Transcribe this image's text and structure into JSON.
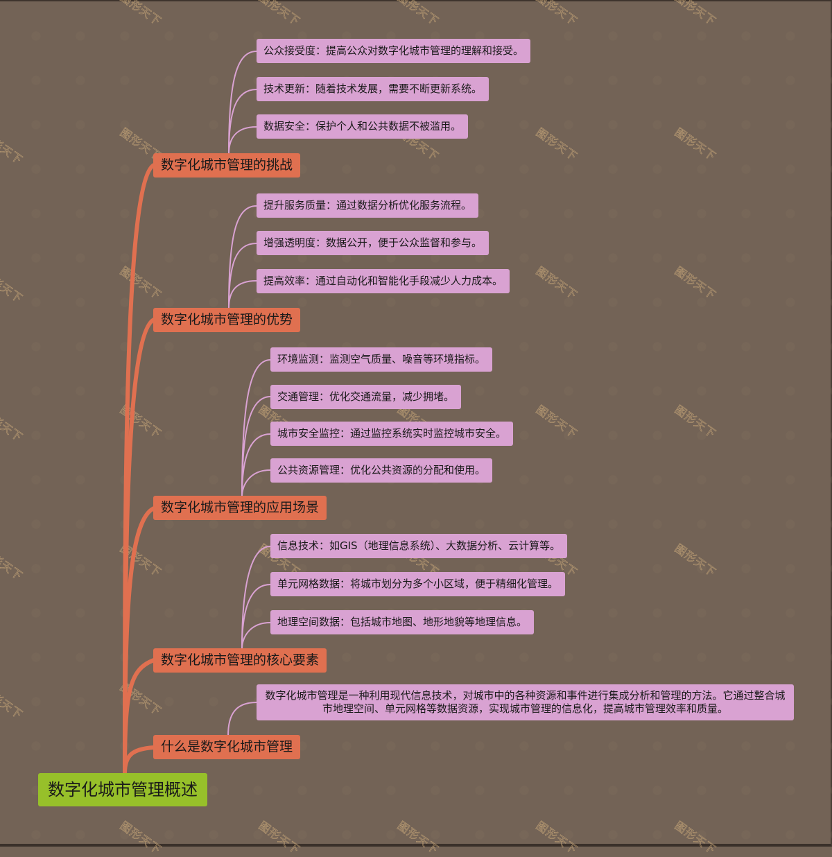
{
  "root": {
    "label": "数字化城市管理概述"
  },
  "branches": [
    {
      "label": "数字化城市管理的挑战",
      "children": [
        "公众接受度：提高公众对数字化城市管理的理解和接受。",
        "技术更新：随着技术发展，需要不断更新系统。",
        "数据安全：保护个人和公共数据不被滥用。"
      ]
    },
    {
      "label": "数字化城市管理的优势",
      "children": [
        "提升服务质量：通过数据分析优化服务流程。",
        "增强透明度：数据公开，便于公众监督和参与。",
        "提高效率：通过自动化和智能化手段减少人力成本。"
      ]
    },
    {
      "label": "数字化城市管理的应用场景",
      "children": [
        "环境监测：监测空气质量、噪音等环境指标。",
        "交通管理：优化交通流量，减少拥堵。",
        "城市安全监控：通过监控系统实时监控城市安全。",
        "公共资源管理：优化公共资源的分配和使用。"
      ]
    },
    {
      "label": "数字化城市管理的核心要素",
      "children": [
        "信息技术：如GIS（地理信息系统）、大数据分析、云计算等。",
        "单元网格数据：将城市划分为多个小区域，便于精细化管理。",
        "地理空间数据：包括城市地图、地形地貌等地理信息。"
      ]
    },
    {
      "label": "什么是数字化城市管理",
      "children": [
        "数字化城市管理是一种利用现代信息技术，对城市中的各种资源和事件进行集成分析和管理的方法。它通过整合城市地理空间、单元网格等数据资源，实现城市管理的信息化，提高城市管理效率和质量。"
      ]
    }
  ],
  "watermark": "图形天下",
  "colors": {
    "background": "#736356",
    "root": "#97c02a",
    "branch": "#e07050",
    "leaf": "#d9a2d2",
    "leaf_line": "#d9a2d2"
  }
}
